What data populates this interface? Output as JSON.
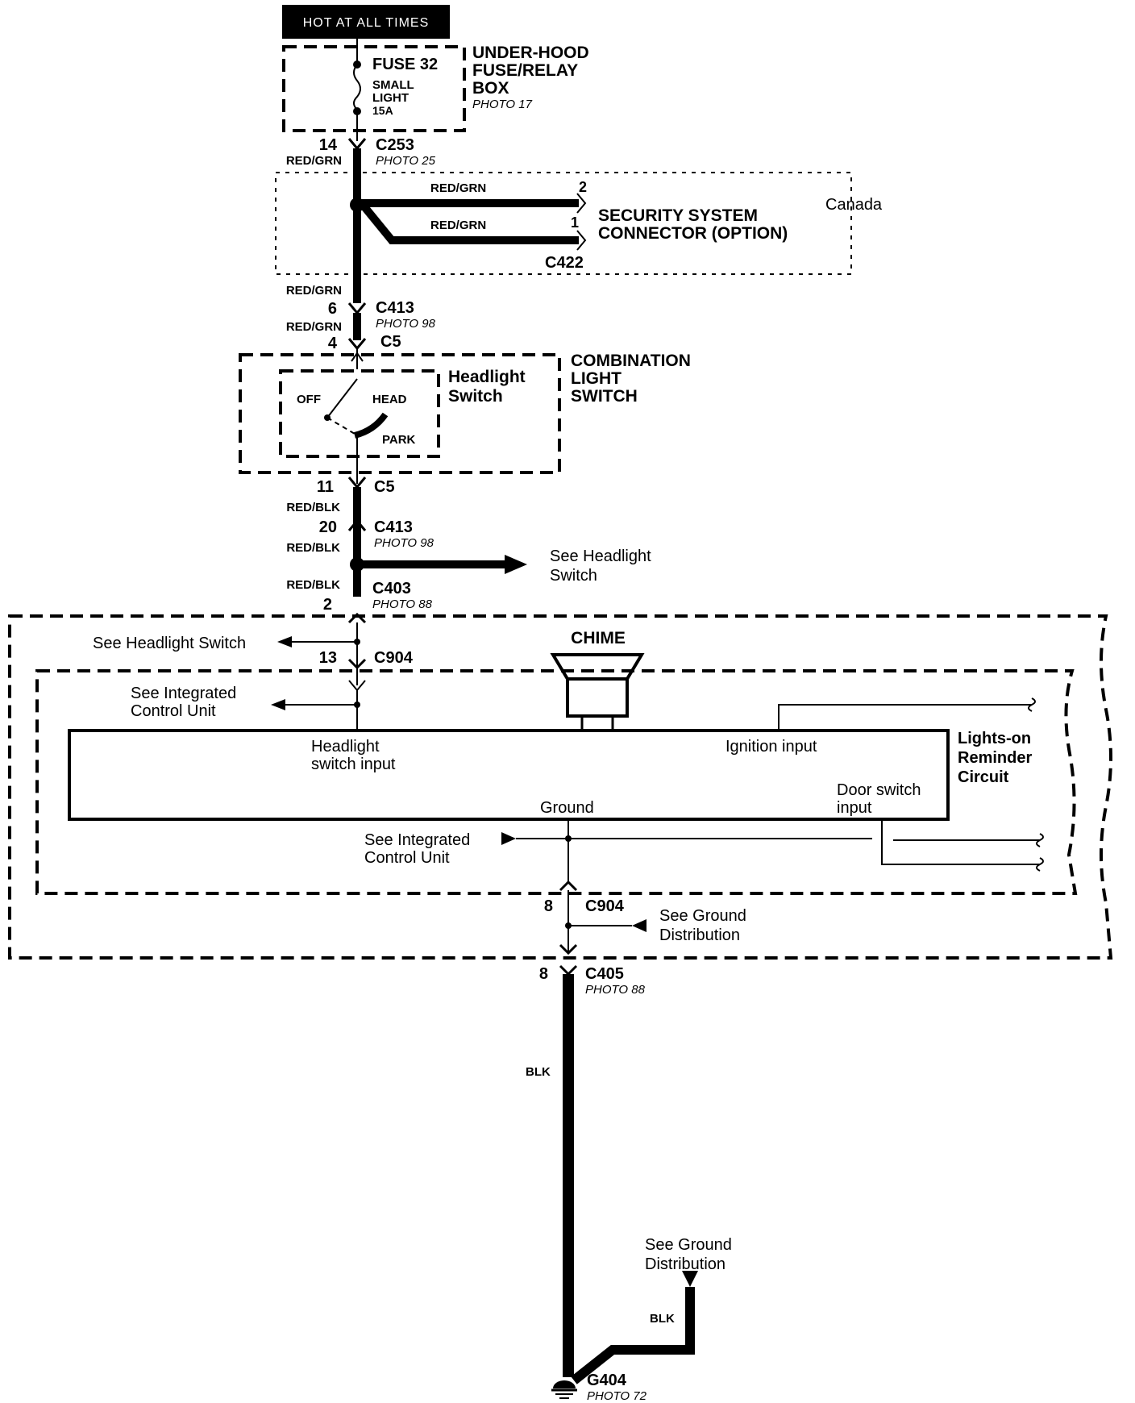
{
  "banner": "HOT AT ALL TIMES",
  "fuse_box": {
    "title": [
      "UNDER-HOOD",
      "FUSE/RELAY",
      "BOX"
    ],
    "photo": "PHOTO 17",
    "fuse": "FUSE 32",
    "fuse_desc": [
      "SMALL",
      "LIGHT",
      "15A"
    ]
  },
  "c253": {
    "pin": "14",
    "name": "C253",
    "photo": "PHOTO 25",
    "wire": "RED/GRN"
  },
  "canada_group": {
    "label": "Canada",
    "wire_top": "RED/GRN",
    "pin_top": "2",
    "wire_bottom": "RED/GRN",
    "pin_bottom": "1",
    "component": [
      "SECURITY SYSTEM",
      "CONNECTOR (OPTION)"
    ],
    "connector": "C422"
  },
  "c413_top": {
    "wire_above": "RED/GRN",
    "pin": "6",
    "name": "C413",
    "photo": "PHOTO 98"
  },
  "c5_top": {
    "wire": "RED/GRN",
    "pin": "4",
    "name": "C5"
  },
  "combination_switch": {
    "title": [
      "COMBINATION",
      "LIGHT",
      "SWITCH"
    ],
    "inner_title": [
      "Headlight",
      "Switch"
    ],
    "positions": {
      "off": "OFF",
      "head": "HEAD",
      "park": "PARK"
    }
  },
  "c5_bottom": {
    "pin": "11",
    "name": "C5",
    "wire": "RED/BLK"
  },
  "c413_bottom": {
    "pin": "20",
    "name": "C413",
    "photo": "PHOTO 98",
    "wire": "RED/BLK"
  },
  "branch_headlight": [
    "See Headlight",
    "Switch"
  ],
  "c403": {
    "wire": "RED/BLK",
    "name": "C403",
    "photo": "PHOTO 88",
    "pin": "2"
  },
  "see_headlight_switch": "See Headlight Switch",
  "c904_top": {
    "pin": "13",
    "name": "C904"
  },
  "chime": "CHIME",
  "see_icu_top": [
    "See  Integrated",
    "Control Unit"
  ],
  "reminder": {
    "title": [
      "Lights-on",
      "Reminder",
      "Circuit"
    ],
    "headlight_input": [
      "Headlight",
      "switch input"
    ],
    "ignition_input": "Ignition input",
    "ground": "Ground",
    "door_input": [
      "Door switch",
      "input"
    ]
  },
  "see_icu_bottom": [
    "See  Integrated",
    "Control Unit"
  ],
  "c904_bottom": {
    "pin": "8",
    "name": "C904"
  },
  "see_ground_mid": [
    "See Ground",
    "Distribution"
  ],
  "c405": {
    "pin": "8",
    "name": "C405",
    "photo": "PHOTO 88"
  },
  "wire_blk": "BLK",
  "see_ground_bottom": [
    "See Ground",
    "Distribution"
  ],
  "wire_blk_2": "BLK",
  "g404": {
    "name": "G404",
    "photo": "PHOTO 72"
  }
}
